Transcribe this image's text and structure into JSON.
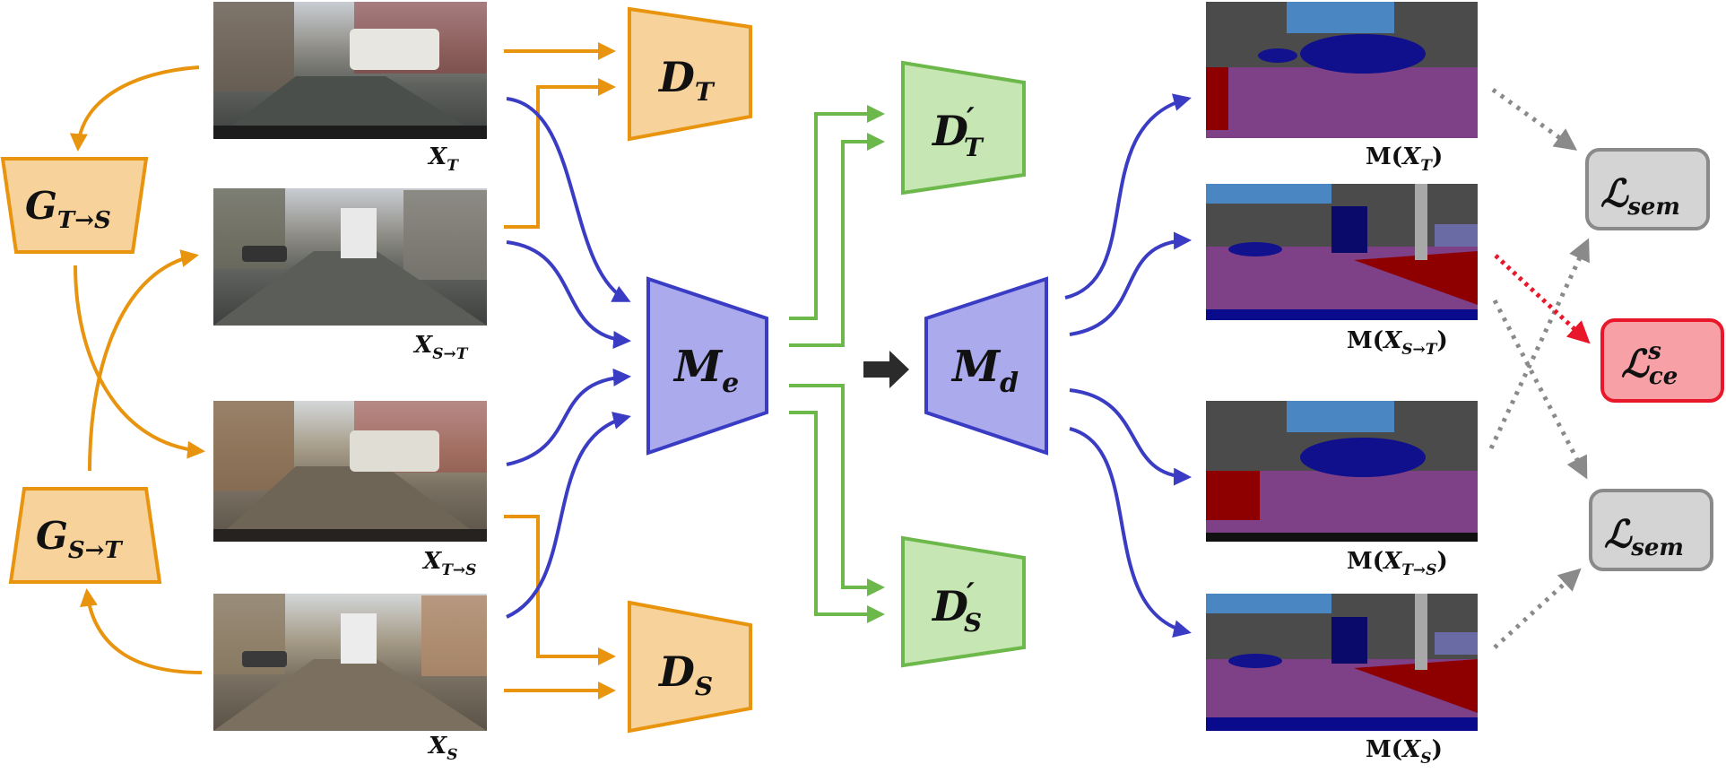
{
  "colors": {
    "orange": "#E8940F",
    "orange_fill": "#F7D29A",
    "green": "#6DB84A",
    "green_fill": "#C6E6B3",
    "blue": "#3A3CC4",
    "blue_fill": "#ABAAEC",
    "gray": "#8A8A8A",
    "gray_fill": "#D4D4D4",
    "red": "#E8182A",
    "red_fill": "#F7A0A6"
  },
  "generators": {
    "g_ts": {
      "base": "G",
      "sub": "T→S"
    },
    "g_st": {
      "base": "G",
      "sub": "S→T"
    }
  },
  "images": {
    "x_t": {
      "base": "X",
      "sub": "T",
      "icon": "street-photo-icon"
    },
    "x_st": {
      "base": "X",
      "sub": "S→T",
      "icon": "street-photo-icon"
    },
    "x_ts": {
      "base": "X",
      "sub": "T→S",
      "icon": "street-photo-icon"
    },
    "x_s": {
      "base": "X",
      "sub": "S",
      "icon": "street-photo-icon"
    }
  },
  "discriminators": {
    "d_t": {
      "base": "D",
      "sub": "T",
      "prime": ""
    },
    "d_s": {
      "base": "D",
      "sub": "S",
      "prime": ""
    },
    "d_t_prime": {
      "base": "D",
      "sub": "T",
      "prime": "′"
    },
    "d_s_prime": {
      "base": "D",
      "sub": "S",
      "prime": "′"
    }
  },
  "model": {
    "encoder": {
      "base": "M",
      "sub": "e"
    },
    "decoder": {
      "base": "M",
      "sub": "d"
    }
  },
  "segmentations": {
    "m_xt": {
      "pre": "M(",
      "base": "X",
      "sub": "T",
      "post": ")",
      "icon": "segmentation-map-icon"
    },
    "m_xst": {
      "pre": "M(",
      "base": "X",
      "sub": "S→T",
      "post": ")",
      "icon": "segmentation-map-icon"
    },
    "m_xts": {
      "pre": "M(",
      "base": "X",
      "sub": "T→S",
      "post": ")",
      "icon": "segmentation-map-icon"
    },
    "m_xs": {
      "pre": "M(",
      "base": "X",
      "sub": "S",
      "post": ")",
      "icon": "segmentation-map-icon"
    }
  },
  "losses": {
    "sem_top": {
      "base": "ℒ",
      "sub": "sem",
      "sup": ""
    },
    "ce": {
      "base": "ℒ",
      "sub": "ce",
      "sup": "s"
    },
    "sem_bottom": {
      "base": "ℒ",
      "sub": "sem",
      "sup": ""
    }
  }
}
